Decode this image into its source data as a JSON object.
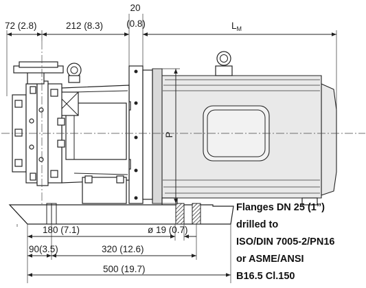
{
  "dimensions": {
    "d72": "72 (2.8)",
    "d212": "212 (8.3)",
    "d20_top": "20",
    "d20_bot": "(0.8)",
    "lm_main": "L",
    "lm_sub": "M",
    "p_label": "P",
    "d180": "180 (7.1)",
    "d19": "ø 19 (0.7)",
    "d90": "90(3.5)",
    "d320": "320 (12.6)",
    "d500": "500 (19.7)"
  },
  "note": {
    "lines": [
      "Flanges DN 25 (1”)",
      "drilled to",
      "ISO/DIN 7005-2/PN16",
      "or ASME/ANSI",
      "B16.5 Cl.150"
    ]
  }
}
